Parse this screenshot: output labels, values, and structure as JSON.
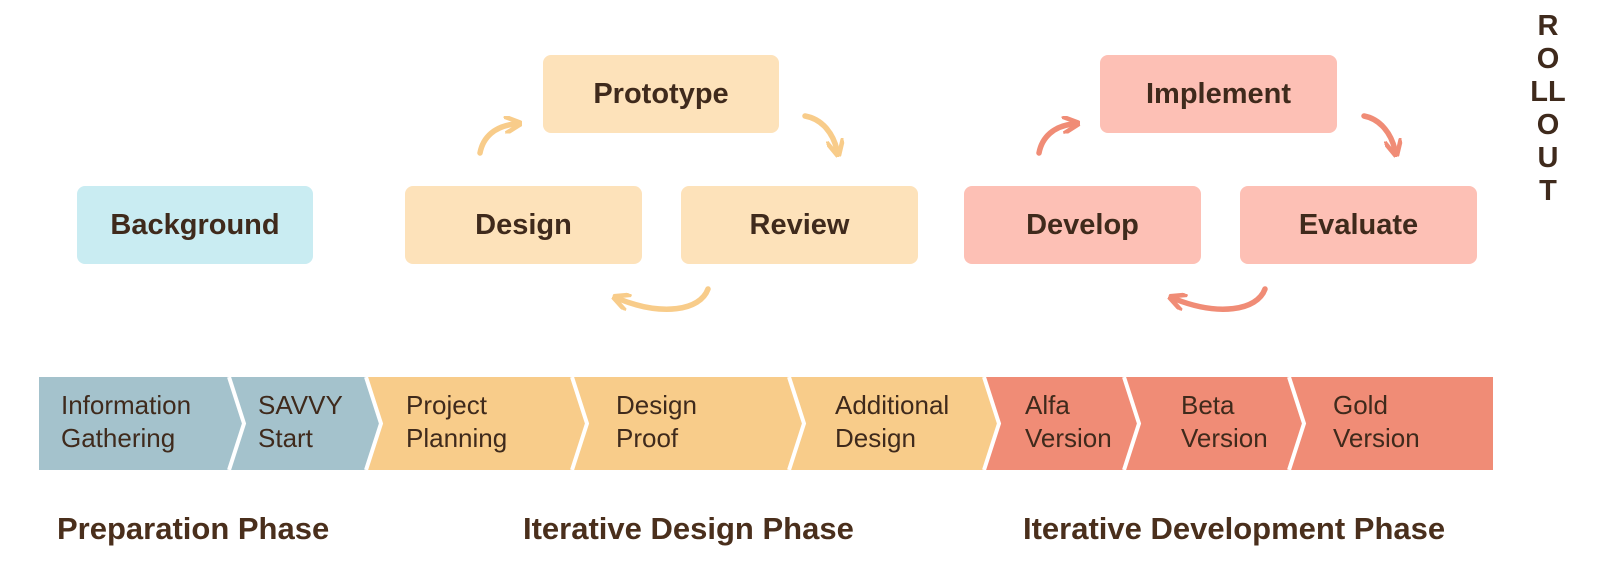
{
  "boxes": {
    "background": "Background",
    "prototype": "Prototype",
    "design": "Design",
    "review": "Review",
    "implement": "Implement",
    "develop": "Develop",
    "evaluate": "Evaluate"
  },
  "rollout": "ROLLOUT",
  "steps": [
    {
      "label": "Information\nGathering",
      "color": "#a4c2cc"
    },
    {
      "label": "SAVVY\nStart",
      "color": "#a4c2cc"
    },
    {
      "label": "Project\nPlanning",
      "color": "#f8cc8a"
    },
    {
      "label": "Design\nProof",
      "color": "#f8cc8a"
    },
    {
      "label": "Additional\nDesign",
      "color": "#f8cc8a"
    },
    {
      "label": "Alfa\nVersion",
      "color": "#f08c76"
    },
    {
      "label": "Beta\nVersion",
      "color": "#f08c76"
    },
    {
      "label": "Gold\nVersion",
      "color": "#f08c76"
    }
  ],
  "phases": {
    "preparation": "Preparation Phase",
    "design": "Iterative Design Phase",
    "development": "Iterative Development Phase"
  },
  "colors": {
    "design_arrow": "#f8cc8a",
    "develop_arrow": "#f08c76"
  }
}
